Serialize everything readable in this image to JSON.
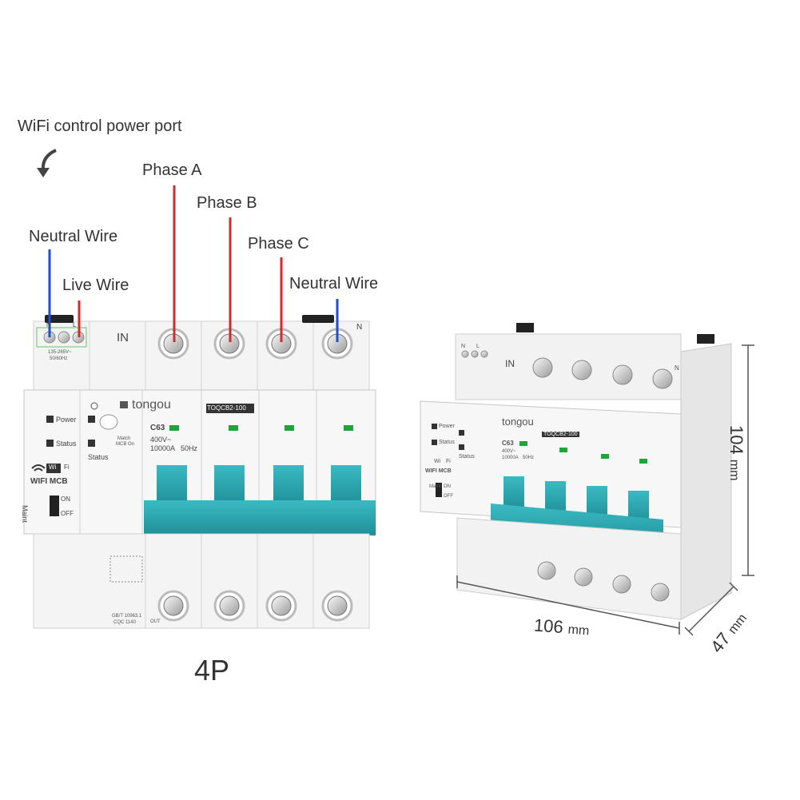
{
  "callouts": {
    "wifi_port": "WiFi control power port",
    "phase_a": "Phase A",
    "phase_b": "Phase B",
    "phase_c": "Phase C",
    "neutral_left": "Neutral Wire",
    "live": "Live Wire",
    "neutral_right": "Neutral Wire"
  },
  "front_view": {
    "caption": "4P",
    "terminal_n": "N",
    "terminal_l": "L",
    "input_rating": "135-265V~",
    "input_freq": "50/60Hz",
    "in_label": "IN",
    "neutral_mark": "N",
    "power_label": "Power",
    "status_label": "Status",
    "status_label2": "Status",
    "match_label": "Match",
    "mcb_on_label": "MCB On",
    "wifi_badge": "Wi",
    "wifi_badge2": "Fi",
    "wifi_mcb": "WIFI MCB",
    "maint": "Maint",
    "on": "ON",
    "off": "OFF",
    "brand": "tongou",
    "model": "TOQCB2-100",
    "curve": "C63",
    "voltage": "400V~",
    "breaking": "10000A",
    "freq": "50Hz",
    "out_label": "OUT",
    "standard1": "GB/T 10963.1",
    "standard2": "CQC 1140"
  },
  "side_view": {
    "in_label": "IN",
    "terminal_n": "N",
    "terminal_l": "L",
    "neutral_mark": "N",
    "power_label": "Power",
    "status_label": "Status",
    "status_label2": "Status",
    "wifi_badge": "Wi",
    "wifi_badge2": "Fi",
    "wifi_mcb": "WIFI MCB",
    "maint": "Maint",
    "on": "ON",
    "off": "OFF",
    "brand": "tongou",
    "model": "TOQCB2-100",
    "curve": "C63",
    "voltage": "400V~",
    "breaking": "10000A",
    "freq": "50Hz"
  },
  "dimensions": {
    "width_value": "106",
    "width_unit": "mm",
    "height_value": "104",
    "height_unit": "mm",
    "depth_value": "47",
    "depth_unit": "mm"
  },
  "colors": {
    "phase_line": "#d42a2a",
    "neutral_line": "#1f4fd0",
    "handle": "#2aa6b0",
    "body": "#f2f2f2",
    "indicator": "#1fa43a"
  }
}
